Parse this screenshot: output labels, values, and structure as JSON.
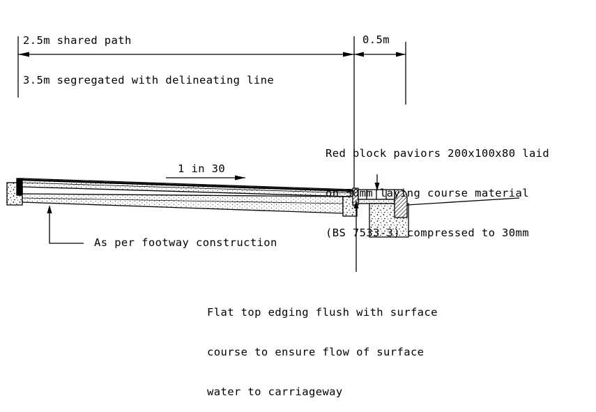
{
  "dimensions": {
    "path_width_line1": "2.5m shared path",
    "path_width_line2": "3.5m segregated with delineating line",
    "margin_width": "0.5m"
  },
  "gradient_label": "1 in 30",
  "paviors_note": [
    "Red block paviors 200x100x80 laid",
    "on 50mm laying course material",
    "(BS 7533-3) compressed to 30mm"
  ],
  "footway_note": "As per footway construction",
  "edging_note": [
    "Flat top edging flush with surface",
    "course to ensure flow of surface",
    "water to carriageway"
  ]
}
